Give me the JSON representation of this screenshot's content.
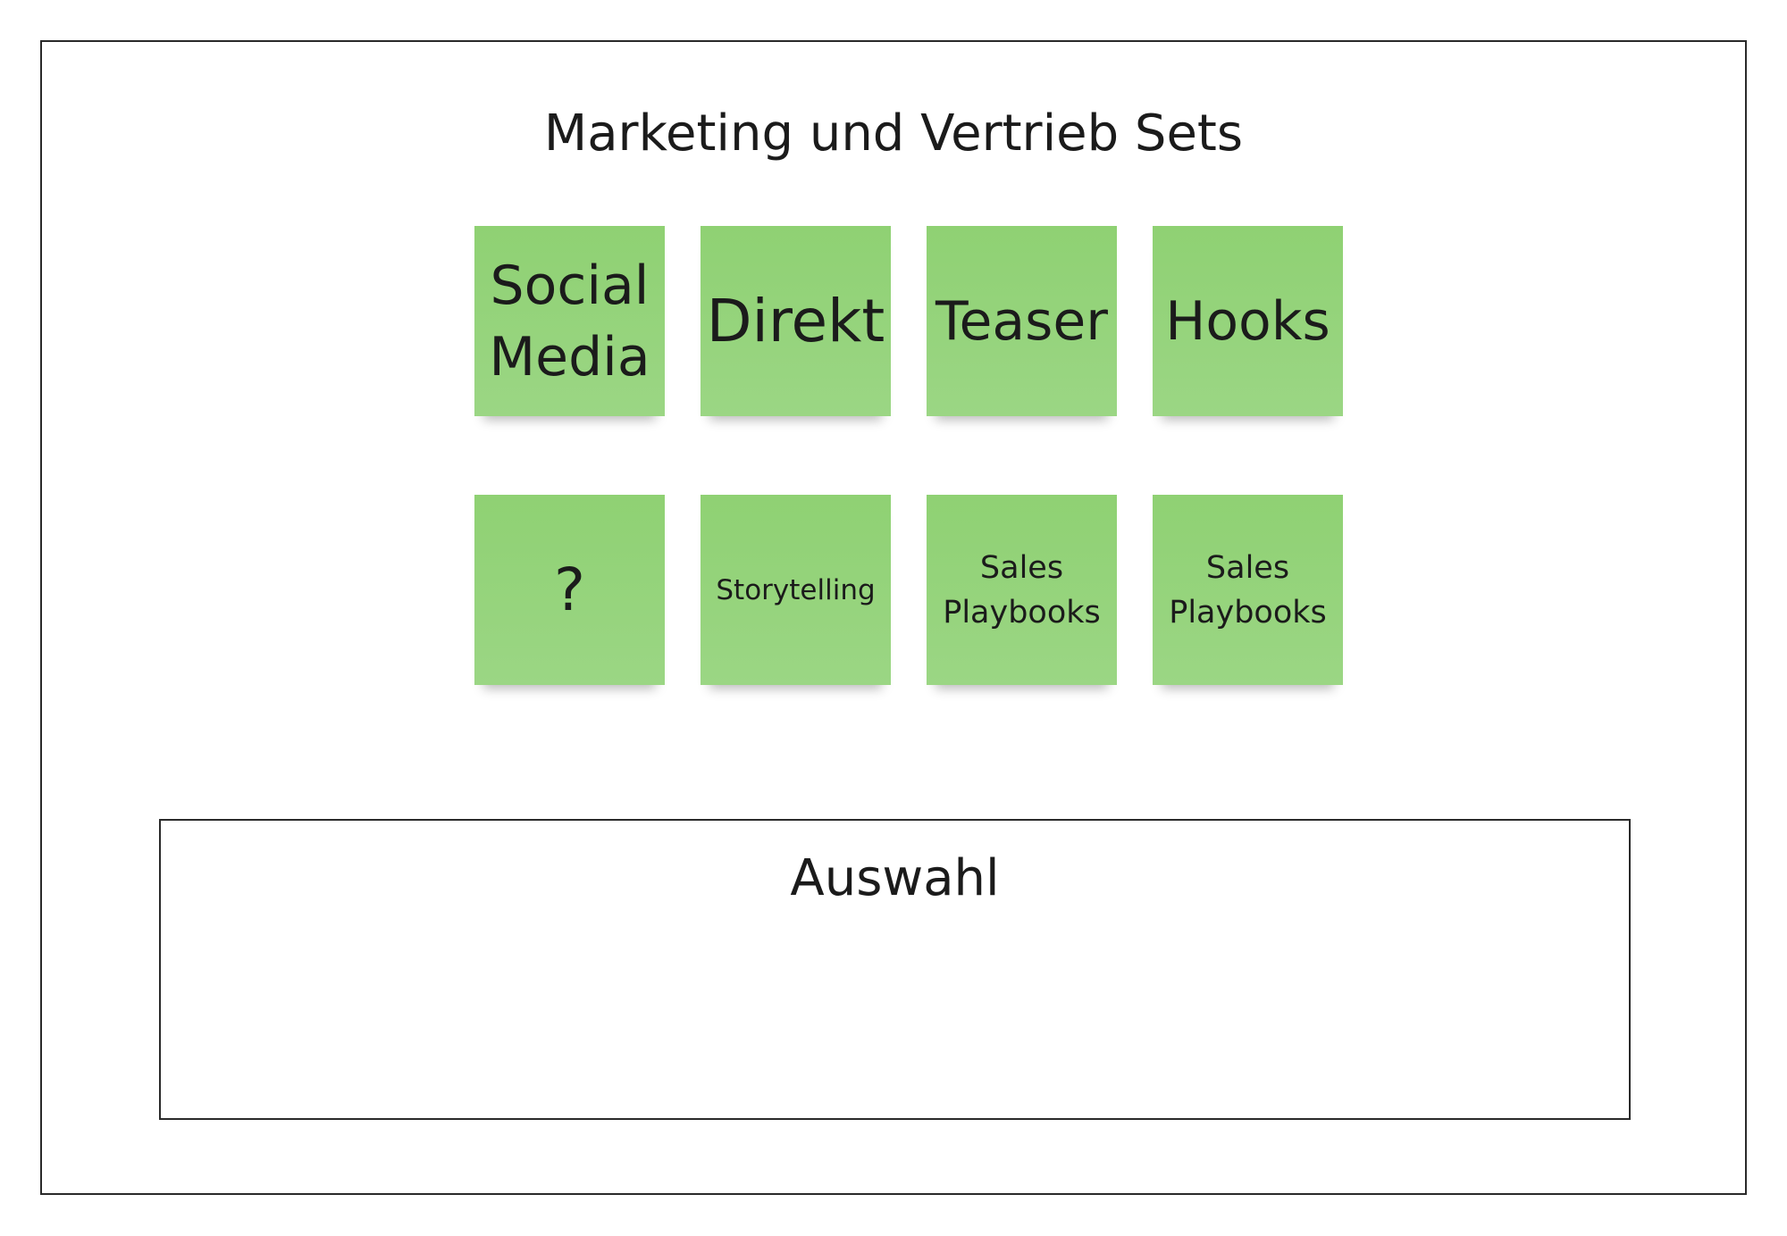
{
  "board": {
    "title": "Marketing und Vertrieb Sets"
  },
  "notes": [
    {
      "text": "Social\nMedia"
    },
    {
      "text": "Direkt"
    },
    {
      "text": "Teaser"
    },
    {
      "text": "Hooks"
    },
    {
      "text": "?"
    },
    {
      "text": "Storytelling"
    },
    {
      "text": "Sales\nPlaybooks"
    },
    {
      "text": "Sales\nPlaybooks"
    }
  ],
  "selection": {
    "title": "Auswahl"
  },
  "colors": {
    "note_fill": "#93d279",
    "frame_border": "#2a2a2a",
    "background": "#ffffff"
  }
}
